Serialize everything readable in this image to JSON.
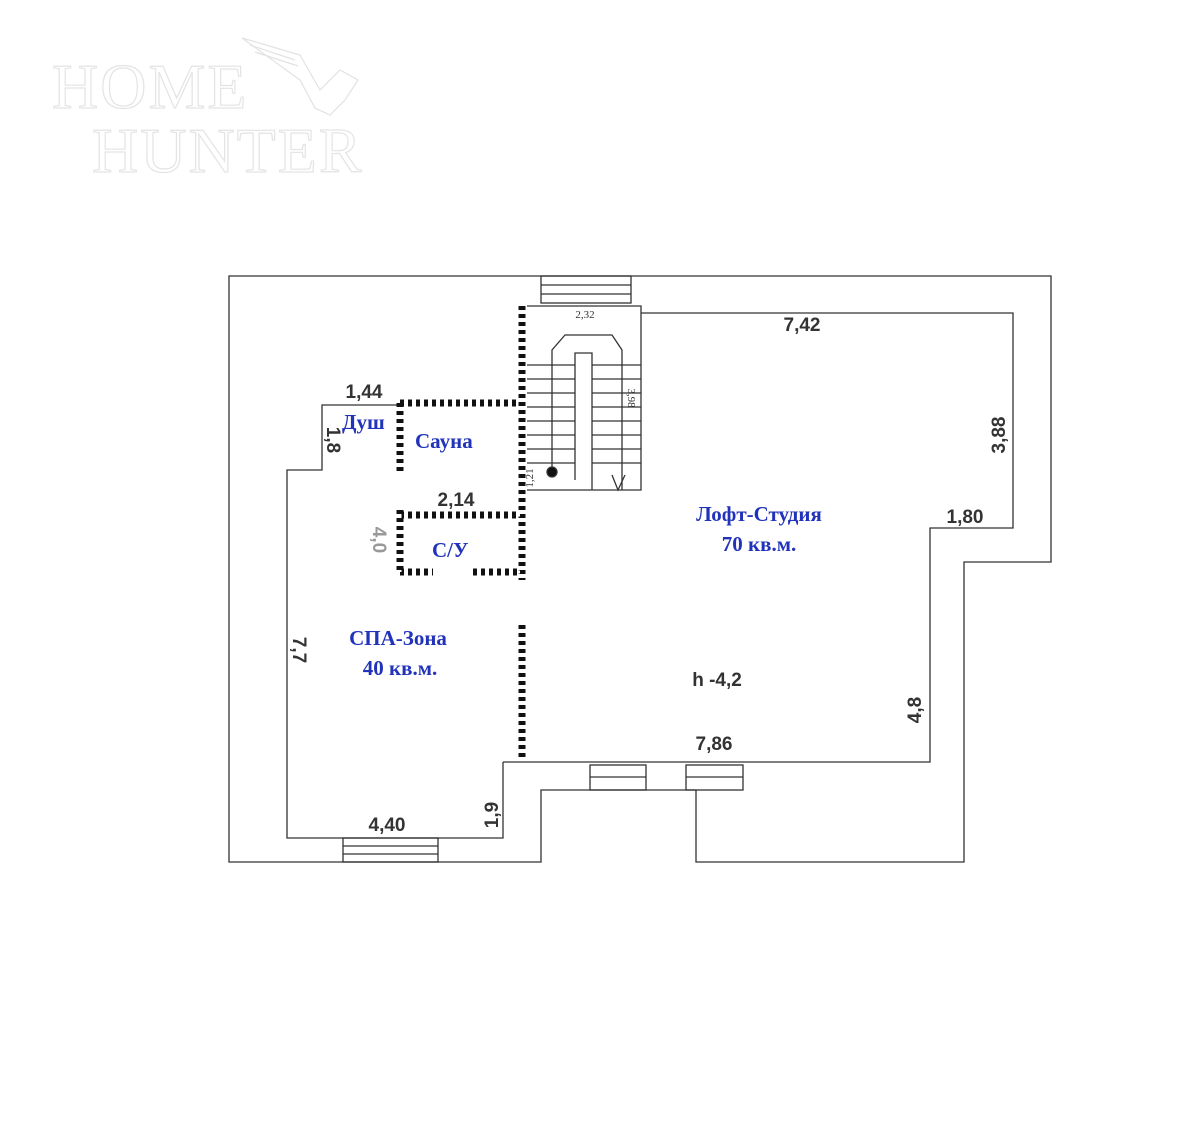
{
  "watermark": {
    "line1": "Home",
    "line2": "Hunter",
    "icon": "eagle-icon"
  },
  "rooms": {
    "shower": "Душ",
    "sauna": "Сауна",
    "wc": "С/У",
    "loft_name": "Лофт-Студия",
    "loft_area": "70 кв.м.",
    "spa_name": "СПА-Зона",
    "spa_area": "40 кв.м.",
    "height": "h -4,2"
  },
  "dimensions": {
    "stair_width": "2,32",
    "stair_length": "3,98",
    "stair_small": "1,21",
    "loft_top": "7,42",
    "loft_right": "3,88",
    "loft_step": "1,80",
    "loft_lower_right": "4,8",
    "loft_bottom": "7,86",
    "shower_width": "1,44",
    "shower_height": "1,8",
    "wc_width": "2,14",
    "wc_height": "4,0",
    "spa_left": "7,7",
    "spa_bottom": "4,40",
    "spa_step": "1,9"
  },
  "colors": {
    "room_label": "#2233bb",
    "dimension": "#333333"
  }
}
